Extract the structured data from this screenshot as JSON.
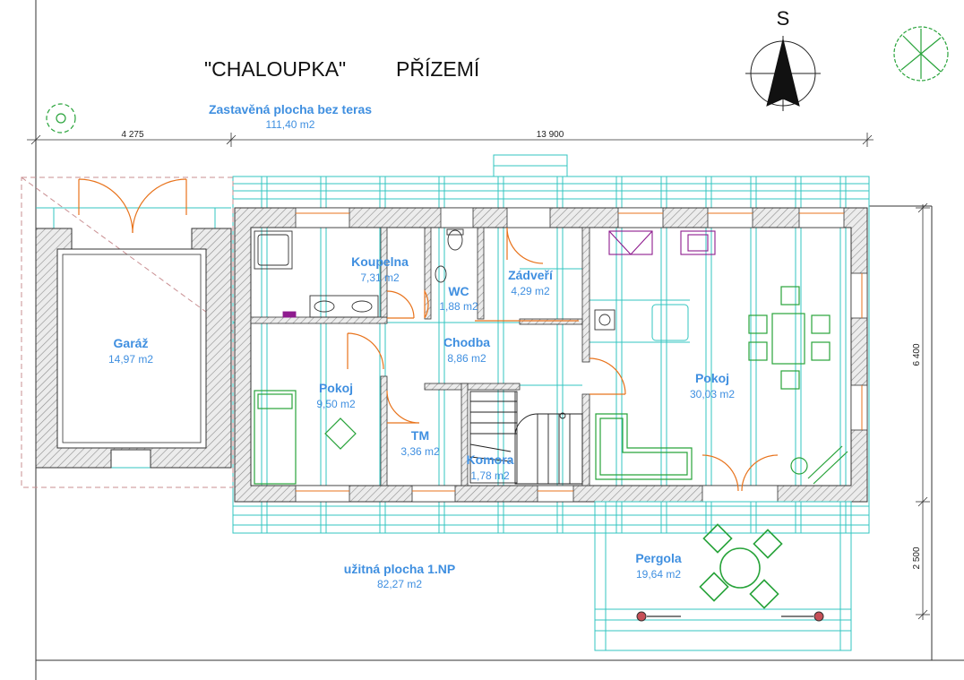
{
  "title": {
    "name": "\"CHALOUPKA\"",
    "floor": "PŘÍZEMÍ"
  },
  "built_area": {
    "label": "Zastavěná plocha bez teras",
    "value": "111,40 m2"
  },
  "usable_area": {
    "label": "užitná plocha  1.NP",
    "value": "82,27 m2"
  },
  "north_label": "S",
  "dimensions": {
    "garage_width": "4 275",
    "house_width": "13 900",
    "house_depth": "6 400",
    "pergola_depth": "2 500"
  },
  "rooms": [
    {
      "name": "Garáž",
      "area": "14,97 m2"
    },
    {
      "name": "Koupelna",
      "area": "7,31 m2"
    },
    {
      "name": "WC",
      "area": "1,88 m2"
    },
    {
      "name": "Zádveří",
      "area": "4,29 m2"
    },
    {
      "name": "Chodba",
      "area": "8,86 m2"
    },
    {
      "name": "Pokoj",
      "area": "9,50 m2"
    },
    {
      "name": "TM",
      "area": "3,36 m2"
    },
    {
      "name": "Komora",
      "area": "1,78 m2"
    },
    {
      "name": "Pokoj",
      "area": "30,03 m2"
    },
    {
      "name": "Pergola",
      "area": "19,64 m2"
    }
  ],
  "colors": {
    "wall_hatch": "#9a9a9a",
    "beam": "#33c6c0",
    "label": "#3f8fe0",
    "door": "#e8731c",
    "furniture": "#28a33a",
    "appliance": "#8e1b8e"
  }
}
